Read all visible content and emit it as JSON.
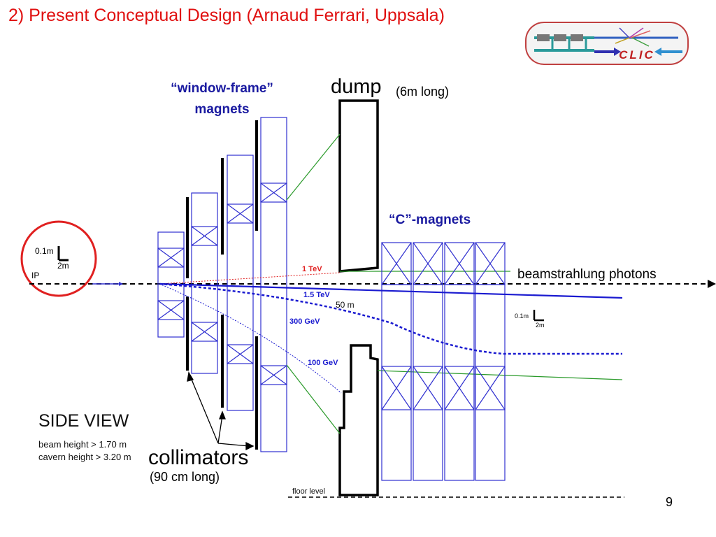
{
  "slide": {
    "title": "2) Present Conceptual Design (Arnaud Ferrari, Uppsala)",
    "page_number": "9"
  },
  "labels": {
    "window_frame": "“window-frame” magnets",
    "dump": "dump",
    "dump_length": "(6m long)",
    "c_magnets": "“C”-magnets",
    "beamstrahlung": "beamstrahlung photons",
    "collimators": "collimators",
    "collimators_length": "(90 cm long)",
    "side_view": "SIDE VIEW",
    "beam_height": "beam height > 1.70 m",
    "cavern_height": "cavern height > 3.20 m",
    "ip": "IP",
    "floor_level": "floor level",
    "distance": "50 m",
    "scale_v": "0.1m",
    "scale_h": "2m"
  },
  "beams": [
    {
      "label": "1 TeV",
      "color": "#e02020"
    },
    {
      "label": "1.5 TeV",
      "color": "#1a1ad0"
    },
    {
      "label": "300 GeV",
      "color": "#1a1ad0"
    },
    {
      "label": "100 GeV",
      "color": "#1a1ad0"
    }
  ],
  "logo": {
    "text": "CLIC"
  },
  "colors": {
    "title": "#e01010",
    "magnet": "#3030d0",
    "beam": "#1a1ad0",
    "green": "#2a9a2a"
  }
}
